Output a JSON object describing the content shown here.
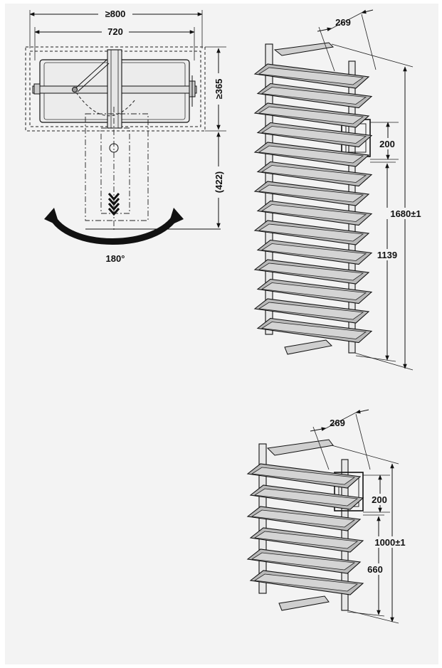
{
  "top_view": {
    "min_width": "≥800",
    "width": "720",
    "min_depth": "≥365",
    "swing_depth": "(422)",
    "rotation": "180°"
  },
  "tall_unit": {
    "depth": "269",
    "handle_height": "200",
    "overall_height": "1680±1",
    "lower_height": "1139",
    "tray_count": 14
  },
  "short_unit": {
    "depth": "269",
    "handle_height": "200",
    "overall_height": "1000±1",
    "lower_height": "660",
    "tray_count": 6
  }
}
